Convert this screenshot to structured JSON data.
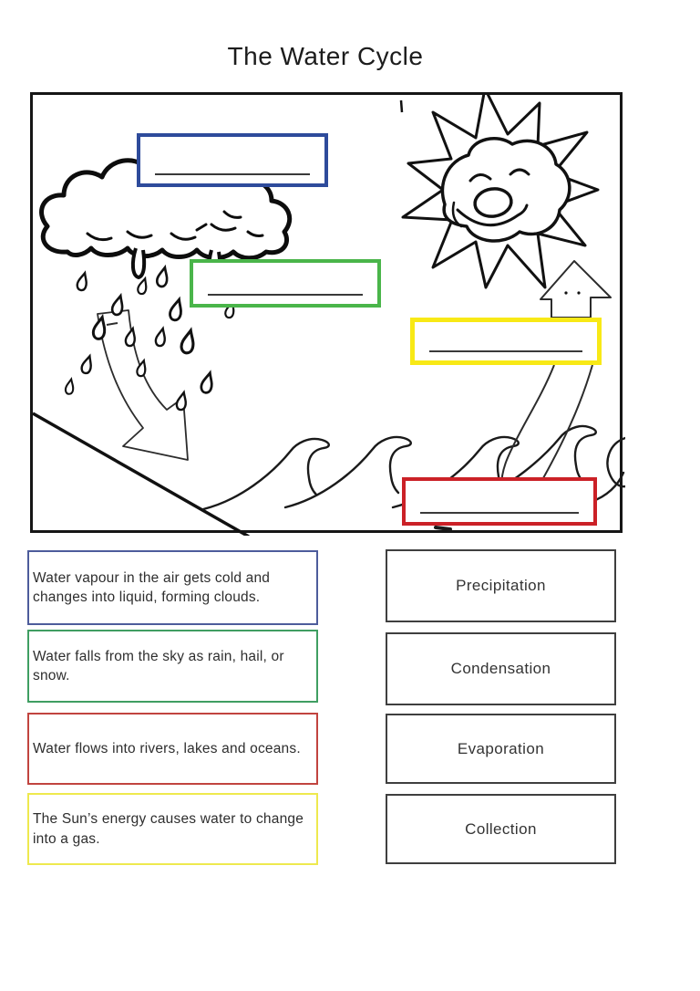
{
  "page": {
    "title": "The Water Cycle"
  },
  "diagram": {
    "frame_color": "#161616",
    "icons": [
      "rain-cloud",
      "sun-face",
      "waves",
      "ground-slope",
      "down-arrow",
      "up-arrow"
    ],
    "blanks": [
      {
        "id": "blue",
        "border_color": "#2e4b9b"
      },
      {
        "id": "green",
        "border_color": "#4ab54a"
      },
      {
        "id": "yellow",
        "border_color": "#f8e916"
      },
      {
        "id": "red",
        "border_color": "#cb2127"
      }
    ]
  },
  "matching": {
    "descriptions": [
      {
        "text": "Water vapour in the air gets cold and changes into liquid, forming clouds.",
        "border_color": "#4d5c9b"
      },
      {
        "text": "Water falls from the sky as rain, hail, or snow.",
        "border_color": "#3f9e62"
      },
      {
        "text": "Water flows into rivers, lakes and oceans.",
        "border_color": "#c1443f"
      },
      {
        "text": "The Sun’s energy causes water to change into a gas.",
        "border_color": "#eee94e"
      }
    ],
    "term_border_color": "#3f3f3f",
    "terms": [
      {
        "label": "Precipitation"
      },
      {
        "label": "Condensation"
      },
      {
        "label": "Evaporation"
      },
      {
        "label": "Collection"
      }
    ]
  }
}
